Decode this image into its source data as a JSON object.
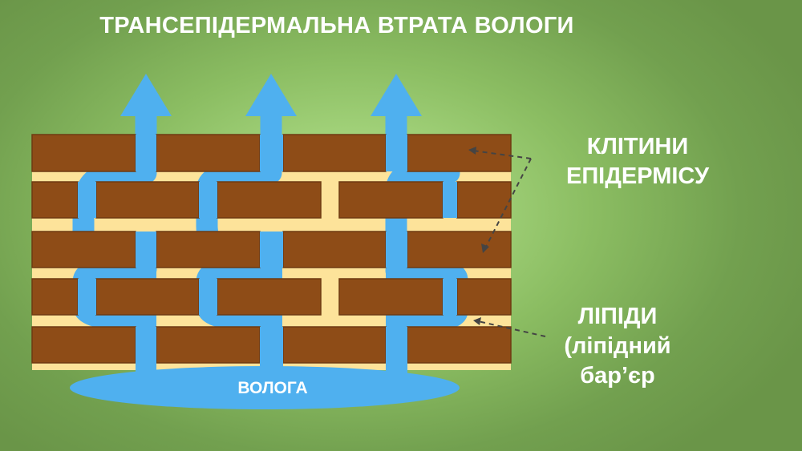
{
  "title": "ТРАНСЕПІДЕРМАЛЬНА ВТРАТА ВОЛОГИ",
  "labels": {
    "cells_line1": "КЛІТИНИ",
    "cells_line2": "ЕПІДЕРМІСУ",
    "lipids_line1": "ЛІПІДИ",
    "lipids_line2": "(ліпідний",
    "lipids_line3": "бар’єр",
    "moisture": "ВОЛОГА"
  },
  "colors": {
    "brick": "#8e4c17",
    "brick_edge": "#6e3a12",
    "lipid": "#fde39a",
    "water": "#4fb0ef",
    "label_text": "#ffffff",
    "pointer": "#444444"
  },
  "icons": [
    "upward-arrow-icon",
    "dashed-pointer-arrow-icon"
  ]
}
